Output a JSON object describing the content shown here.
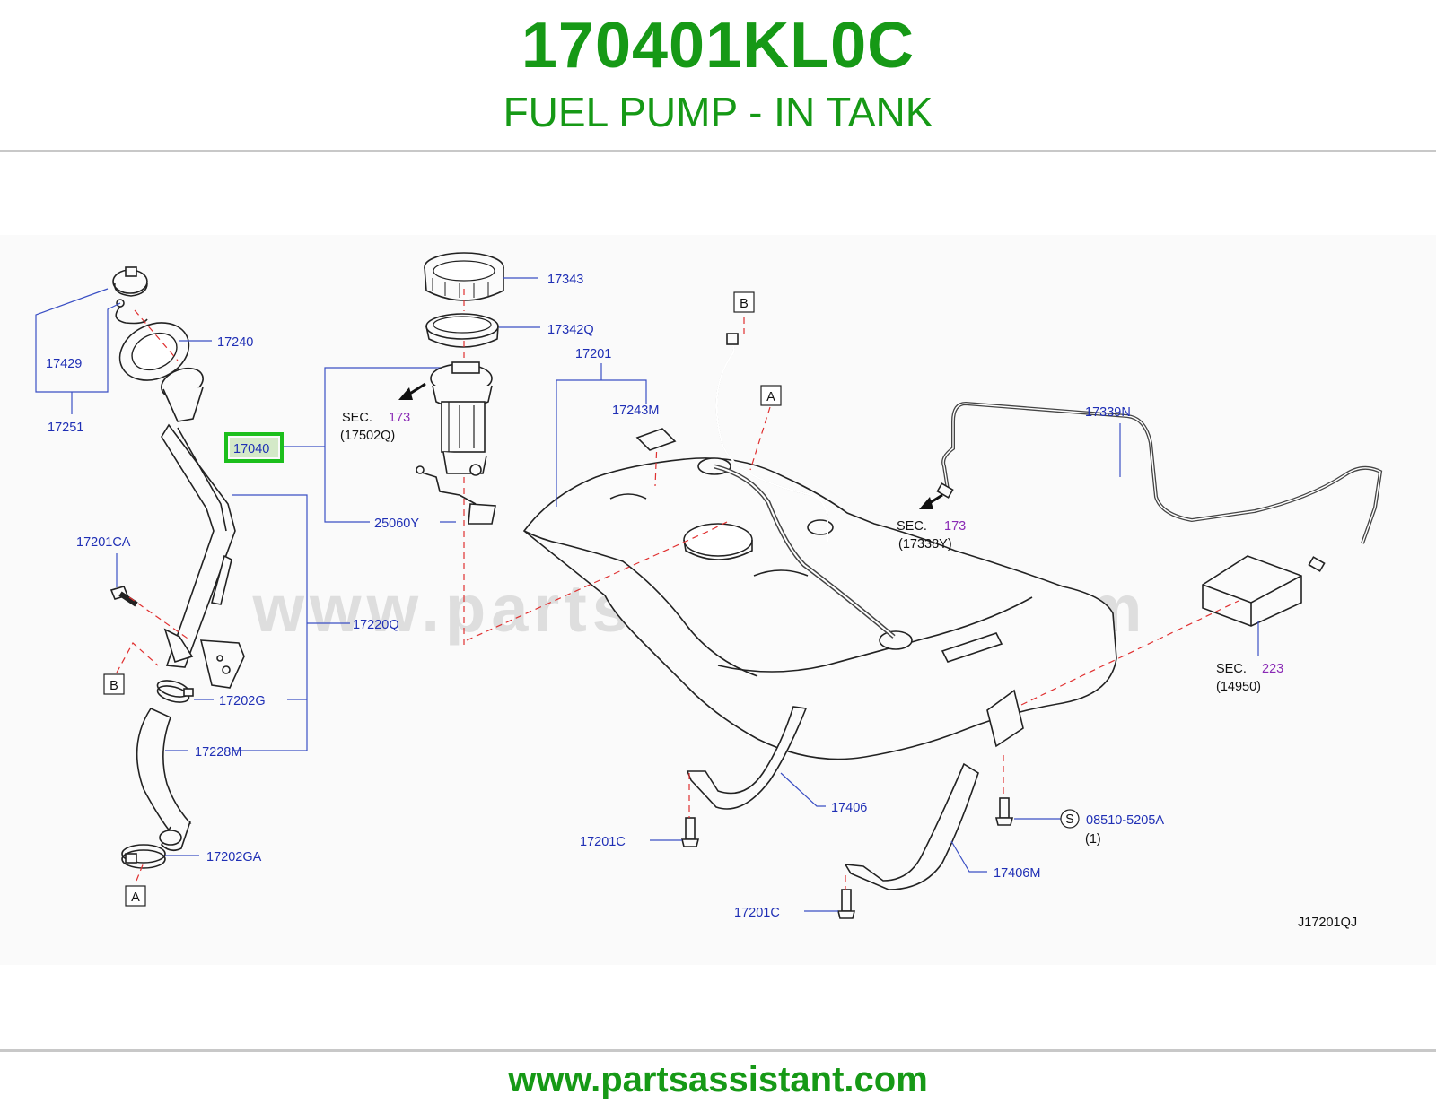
{
  "header": {
    "part_number": "170401KL0C",
    "title": "FUEL PUMP - IN TANK"
  },
  "watermark": "www.partsassistant.com",
  "footer": {
    "url": "www.partsassistant.com"
  },
  "highlight_color": "#1cbf1c",
  "labels": {
    "p17343": "17343",
    "p17342q": "17342Q",
    "p17201": "17201",
    "p17243m": "17243M",
    "p17240": "17240",
    "p17429": "17429",
    "p17251": "17251",
    "p17040": "17040",
    "p25060y": "25060Y",
    "p17201ca": "17201CA",
    "p17220q": "17220Q",
    "p17202g": "17202G",
    "p17228m": "17228M",
    "p17202ga": "17202GA",
    "p17339n": "17339N",
    "p17406": "17406",
    "p17406m": "17406M",
    "p17201c_1": "17201C",
    "p17201c_2": "17201C",
    "p08510": "08510-5205A",
    "p08510_qty": "(1)",
    "s_mark": "S",
    "diagram_code": "J17201QJ"
  },
  "sections": {
    "sec1": {
      "prefix": "SEC.",
      "num": "173",
      "ref": "(17502Q)"
    },
    "sec2": {
      "prefix": "SEC.",
      "num": "173",
      "ref": "(17338Y)"
    },
    "sec3": {
      "prefix": "SEC.",
      "num": "223",
      "ref": "(14950)"
    }
  },
  "markers": {
    "b_top": "B",
    "a_top": "A",
    "b_left": "B",
    "a_bottom": "A"
  }
}
